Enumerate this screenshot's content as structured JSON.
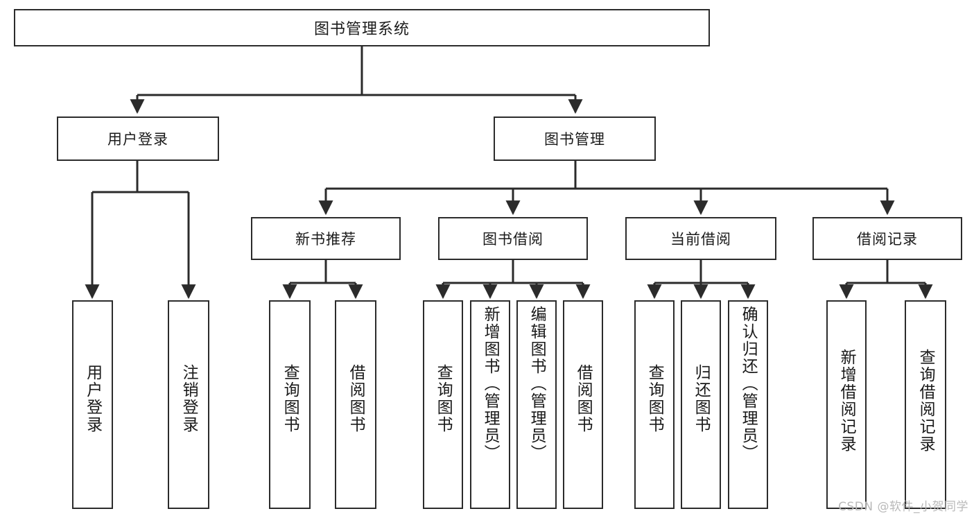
{
  "diagram": {
    "title": "图书管理系统",
    "type": "tree",
    "root": {
      "id": "root",
      "label": "图书管理系统"
    },
    "level2": [
      {
        "id": "user-login",
        "label": "用户登录"
      },
      {
        "id": "book-manage",
        "label": "图书管理"
      }
    ],
    "level3": [
      {
        "id": "new-book-recommend",
        "label": "新书推荐"
      },
      {
        "id": "book-borrow",
        "label": "图书借阅"
      },
      {
        "id": "current-borrow",
        "label": "当前借阅"
      },
      {
        "id": "borrow-record",
        "label": "借阅记录"
      }
    ],
    "leaves": {
      "user-login": [
        {
          "id": "leaf-user-login",
          "label": "用户登录"
        },
        {
          "id": "leaf-user-logout",
          "label": "注销登录"
        }
      ],
      "new-book-recommend": [
        {
          "id": "leaf-query-book-1",
          "label": "查询图书"
        },
        {
          "id": "leaf-borrow-book-1",
          "label": "借阅图书"
        }
      ],
      "book-borrow": [
        {
          "id": "leaf-query-book-2",
          "label": "查询图书"
        },
        {
          "id": "leaf-add-book",
          "label": "新增图书（管理员）"
        },
        {
          "id": "leaf-edit-book",
          "label": "编辑图书（管理员）"
        },
        {
          "id": "leaf-borrow-book-2",
          "label": "借阅图书"
        }
      ],
      "current-borrow": [
        {
          "id": "leaf-query-book-3",
          "label": "查询图书"
        },
        {
          "id": "leaf-return-book",
          "label": "归还图书"
        },
        {
          "id": "leaf-confirm-return",
          "label": "确认归还（管理员）"
        }
      ],
      "borrow-record": [
        {
          "id": "leaf-add-record",
          "label": "新增借阅记录"
        },
        {
          "id": "leaf-query-record",
          "label": "查询借阅记录"
        }
      ]
    }
  },
  "watermark": {
    "text": "CSDN @软件_小贺同学"
  },
  "colors": {
    "stroke": "#2b2b2b",
    "fill": "#ffffff",
    "text": "#1a1a1a",
    "watermark": "#b9b9b9"
  }
}
